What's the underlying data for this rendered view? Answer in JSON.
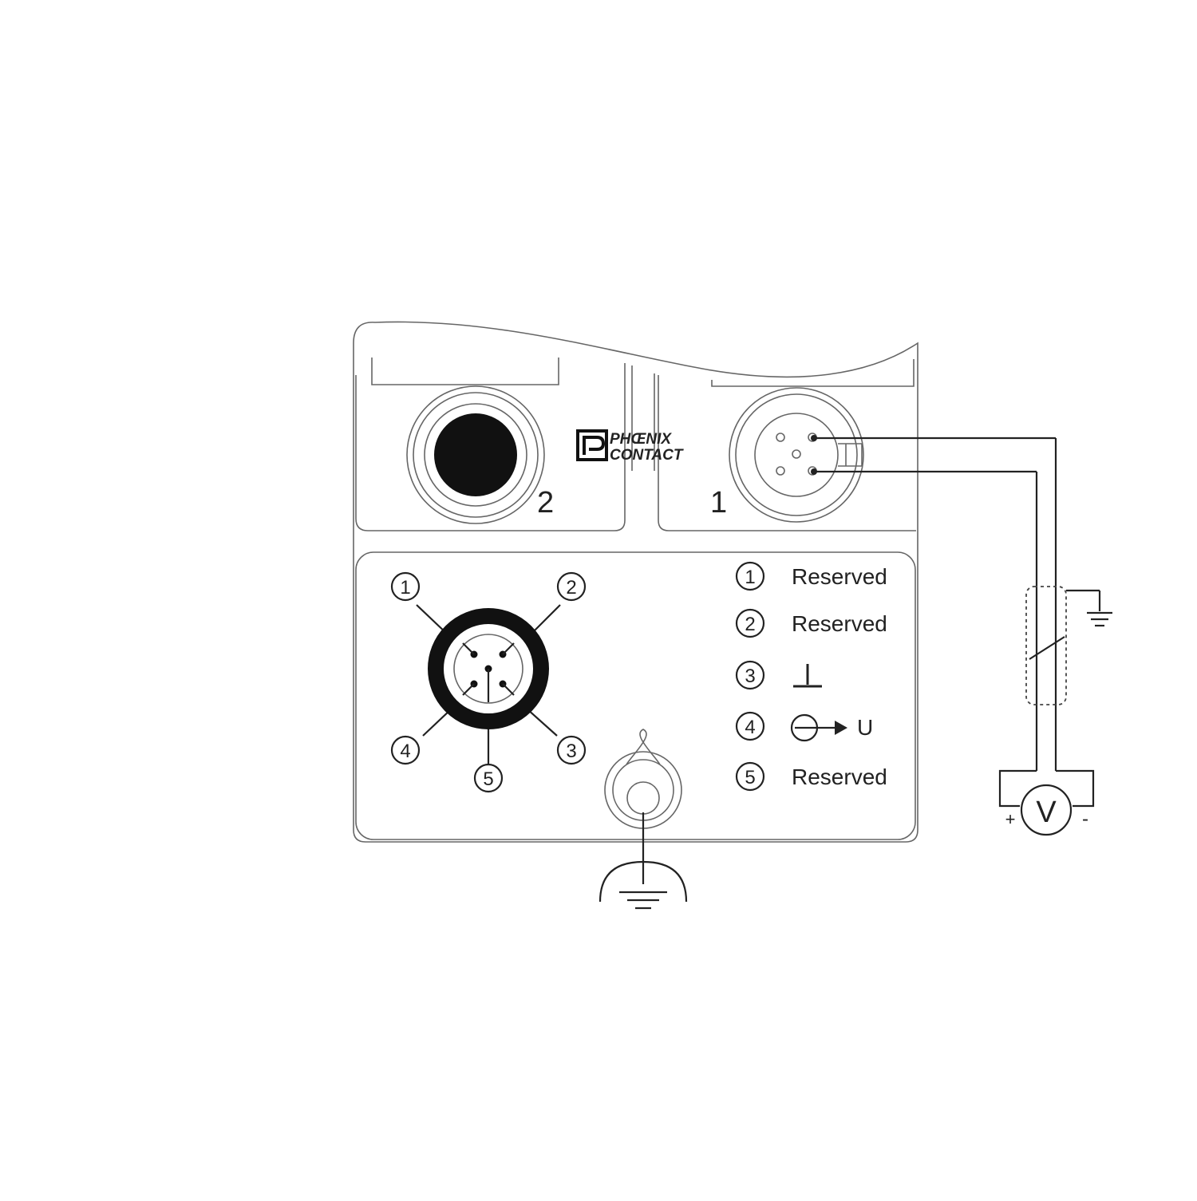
{
  "colors": {
    "line": "#222222",
    "fill_dark": "#111111",
    "panel_line": "#555555"
  },
  "logo": {
    "line1": "PHŒNIX",
    "line2": "CONTACT"
  },
  "sockets": {
    "port2_label": "2",
    "port1_label": "1"
  },
  "pinout": {
    "callouts": [
      "1",
      "2",
      "3",
      "4",
      "5"
    ]
  },
  "legend": [
    {
      "num": "1",
      "text": "Reserved"
    },
    {
      "num": "2",
      "text": "Reserved"
    },
    {
      "num": "3",
      "symbol": "ground-symbol-icon"
    },
    {
      "num": "4",
      "symbol": "current-output-icon",
      "text": "U"
    },
    {
      "num": "5",
      "text": "Reserved"
    }
  ],
  "meter": {
    "label": "V",
    "plus": "+",
    "minus": "-"
  }
}
